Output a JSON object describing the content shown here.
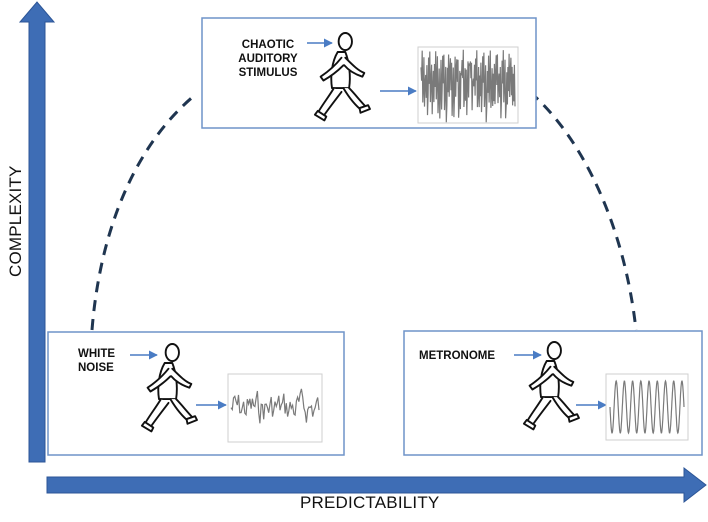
{
  "axes": {
    "y_label": "COMPLEXITY",
    "x_label": "PREDICTABILITY"
  },
  "conditions": {
    "chaotic": {
      "label": "CHAOTIC\nAUDITORY\nSTIMULUS",
      "signal": "chaotic"
    },
    "white_noise": {
      "label": "WHITE\nNOISE",
      "signal": "random"
    },
    "metronome": {
      "label": "METRONOME",
      "signal": "periodic"
    }
  },
  "colors": {
    "axis": "#3e6db5",
    "axis_edge": "#2c5597",
    "panel_border": "#6f93c9",
    "arrow": "#4a7cc4",
    "dashed_arc": "#1f3550",
    "signal": "#7a7a7a"
  },
  "icons": [
    "walking-person-icon",
    "waveform-icon",
    "arrow-icon"
  ]
}
